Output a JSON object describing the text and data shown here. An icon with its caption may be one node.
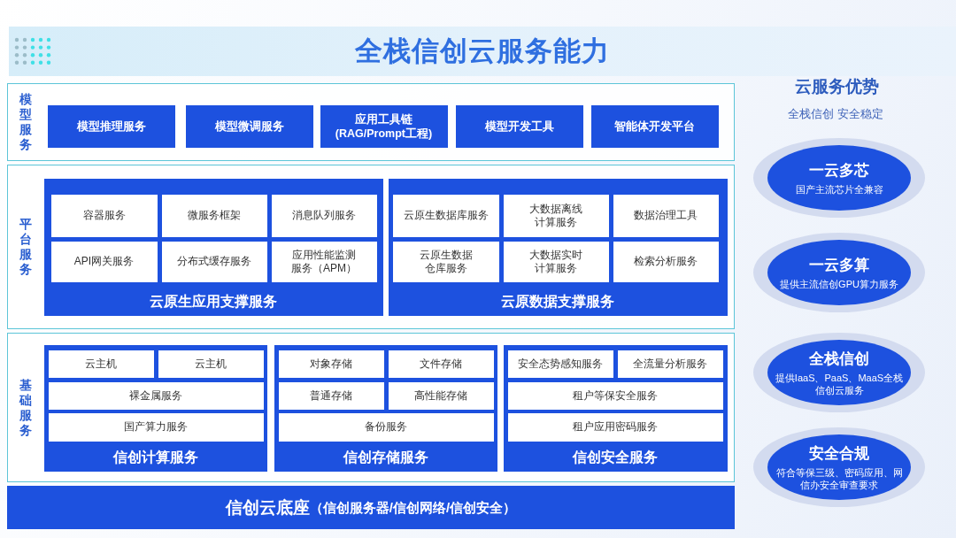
{
  "diagram": {
    "title": "全栈信创云服务能力",
    "nodes": [
      {
        "text": [
          "模型服务"
        ]
      },
      {
        "text": [
          "模型推理服务"
        ],
        "in": 0
      },
      {
        "text": [
          "模型微调服务"
        ],
        "in": 0
      },
      {
        "text": [
          "应用工具链(RAG/Prompt工程)"
        ],
        "in": 0
      },
      {
        "text": [
          "模型开发工具"
        ],
        "in": 0
      },
      {
        "text": [
          "智能体开发平台"
        ],
        "in": 0
      },
      {
        "text": [
          "平台服务"
        ]
      },
      {
        "text": [
          "云原生应用支撑服务"
        ],
        "in": 6
      },
      {
        "text": [
          "容器服务"
        ],
        "in": 7
      },
      {
        "text": [
          "微服务框架"
        ],
        "in": 7
      },
      {
        "text": [
          "消息队列服务"
        ],
        "in": 7
      },
      {
        "text": [
          "API网关服务"
        ],
        "in": 7
      },
      {
        "text": [
          "分布式缓存服务"
        ],
        "in": 7
      },
      {
        "text": [
          "应用性能监测服务（APM）"
        ],
        "in": 7
      },
      {
        "text": [
          "云原数据支撑服务"
        ],
        "in": 6
      },
      {
        "text": [
          "云原生数据库服务"
        ],
        "in": 14
      },
      {
        "text": [
          "大数据离线计算服务"
        ],
        "in": 14
      },
      {
        "text": [
          "数据治理工具"
        ],
        "in": 14
      },
      {
        "text": [
          "云原生数据仓库服务"
        ],
        "in": 14
      },
      {
        "text": [
          "大数据实时计算服务"
        ],
        "in": 14
      },
      {
        "text": [
          "检索分析服务"
        ],
        "in": 14
      },
      {
        "text": [
          "基础服务"
        ]
      },
      {
        "text": [
          "信创计算服务"
        ],
        "in": 21
      },
      {
        "text": [
          "云主机"
        ],
        "in": 22
      },
      {
        "text": [
          "云主机"
        ],
        "in": 22
      },
      {
        "text": [
          "裸金属服务"
        ],
        "in": 22
      },
      {
        "text": [
          "国产算力服务"
        ],
        "in": 22
      },
      {
        "text": [
          "信创存储服务"
        ],
        "in": 21
      },
      {
        "text": [
          "对象存储"
        ],
        "in": 27
      },
      {
        "text": [
          "文件存储"
        ],
        "in": 27
      },
      {
        "text": [
          "普通存储"
        ],
        "in": 27
      },
      {
        "text": [
          "高性能存储"
        ],
        "in": 27
      },
      {
        "text": [
          "备份服务"
        ],
        "in": 27
      },
      {
        "text": [
          "信创安全服务"
        ],
        "in": 21
      },
      {
        "text": [
          "安全态势感知服务"
        ],
        "in": 33
      },
      {
        "text": [
          "全流量分析服务"
        ],
        "in": 33
      },
      {
        "text": [
          "租户等保安全服务"
        ],
        "in": 33
      },
      {
        "text": [
          "租户应用密码服务"
        ],
        "in": 33
      },
      {
        "text": [
          "信创云底座",
          "（信创服务器/信创网络/信创安全）"
        ]
      },
      {
        "text": [
          "一云多芯",
          "国产主流芯片全兼容"
        ]
      },
      {
        "text": [
          "一云多算",
          "提供主流信创GPU算力服务"
        ]
      },
      {
        "text": [
          "全栈信创",
          "提供IaaS、PaaS、MaaS全栈信创云服务"
        ]
      },
      {
        "text": [
          "安全合规",
          "符合等保三级、密码应用、网信办安全审查要求"
        ]
      }
    ],
    "labels": [
      "云服务优势",
      "全栈信创 安全稳定"
    ]
  }
}
